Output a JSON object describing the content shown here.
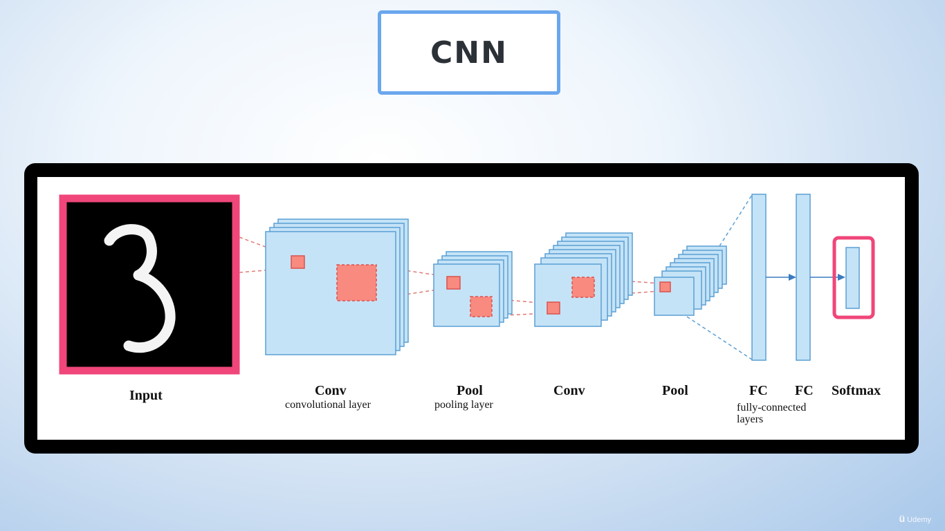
{
  "title": "CNN",
  "labels": {
    "input": "Input",
    "conv1": "Conv",
    "conv1_sub": "convolutional layer",
    "pool1": "Pool",
    "pool1_sub": "pooling layer",
    "conv2": "Conv",
    "pool2": "Pool",
    "fc1": "FC",
    "fc2": "FC",
    "fc_sub_line1": "fully-connected",
    "fc_sub_line2": "layers",
    "softmax": "Softmax"
  },
  "input_digit": "3",
  "watermark": "Udemy",
  "colors": {
    "layer_fill": "#c5e3f7",
    "layer_stroke": "#5a9fd4",
    "kernel_fill": "#f88a7f",
    "kernel_stroke": "#d9534f",
    "highlight": "#f0467a",
    "title_border": "#6aa7ee",
    "arrow": "#3a7bbf"
  }
}
